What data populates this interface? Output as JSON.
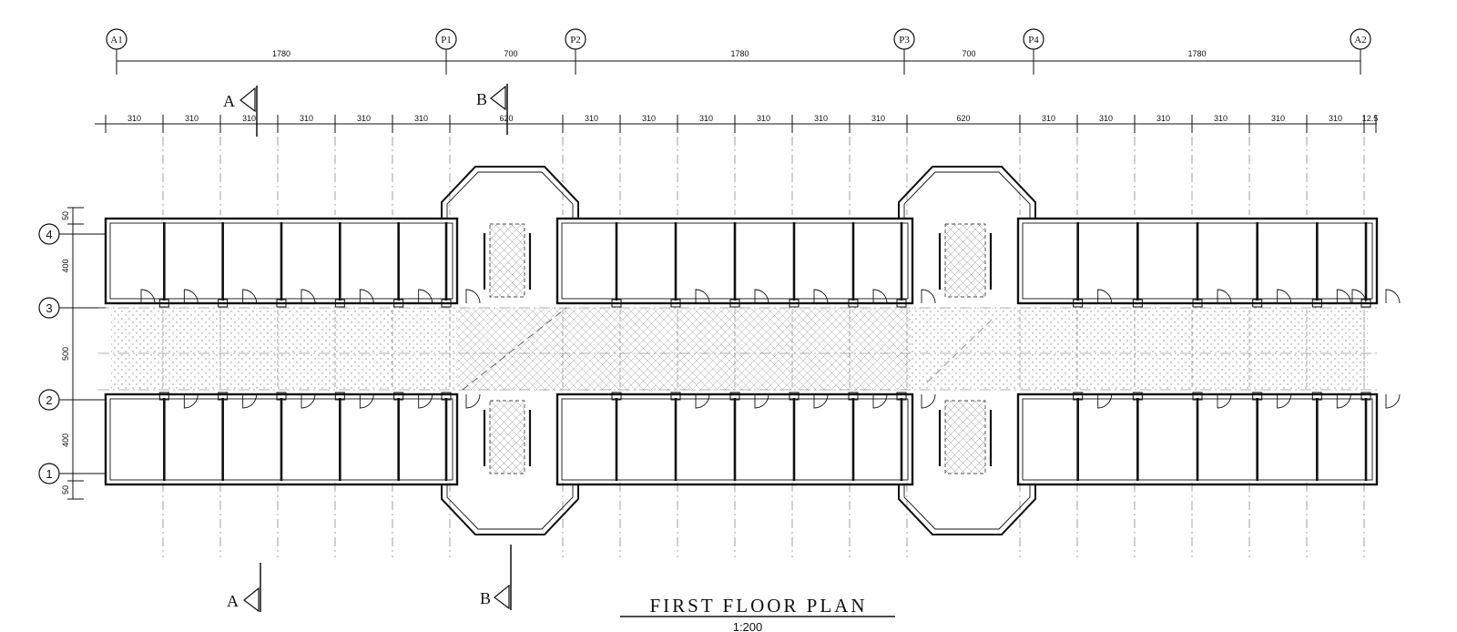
{
  "drawing": {
    "title": "FIRST FLOOR PLAN",
    "scale": "1:200"
  },
  "column_grid": {
    "bubbles": [
      "A1",
      "P1",
      "P2",
      "P3",
      "P4",
      "A2"
    ],
    "dimensions": [
      "1780",
      "700",
      "1780",
      "700",
      "1780"
    ]
  },
  "bay_dimensions": [
    "310",
    "310",
    "310",
    "310",
    "310",
    "310",
    "620",
    "310",
    "310",
    "310",
    "310",
    "310",
    "310",
    "620",
    "310",
    "310",
    "310",
    "310",
    "310",
    "310",
    "12.5"
  ],
  "row_grid": {
    "bubbles": [
      "4",
      "3",
      "2",
      "1"
    ],
    "dimensions": [
      "50",
      "400",
      "500",
      "400",
      "50"
    ]
  },
  "section_markers": {
    "a_top": "A",
    "b_top": "B",
    "a_bottom": "A",
    "b_bottom": "B"
  },
  "colors": {
    "ink": "#111111",
    "faint": "#666666",
    "hatch": "#9a9a9a",
    "paper": "#ffffff"
  }
}
